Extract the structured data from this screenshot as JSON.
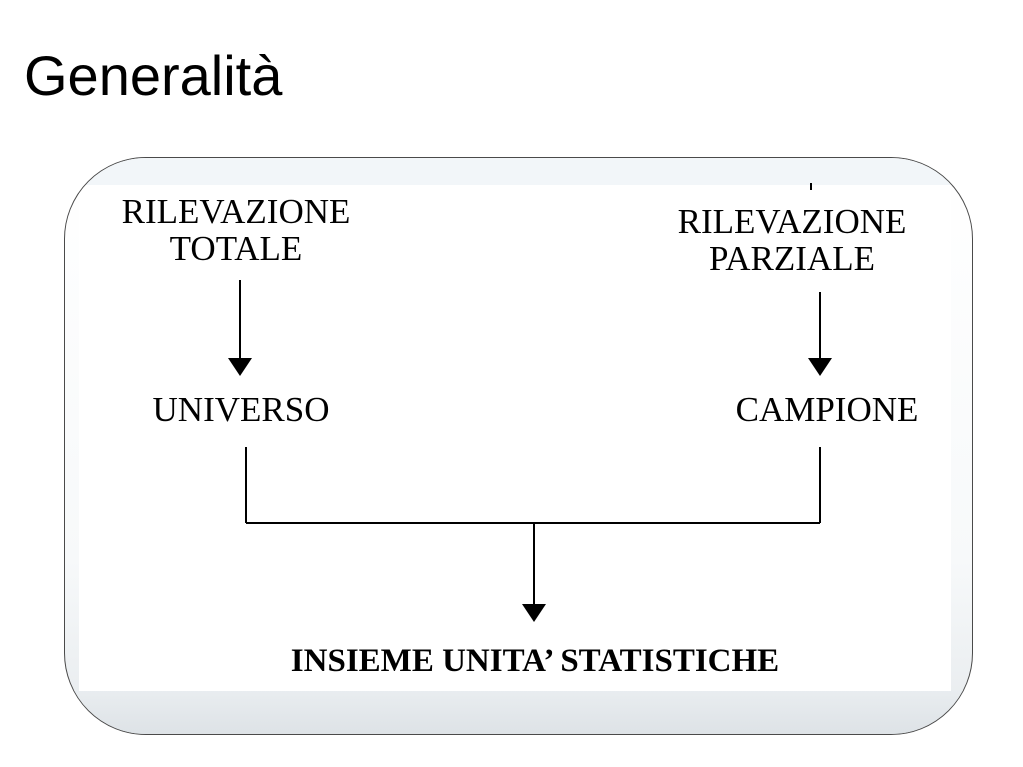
{
  "title": "Generalità",
  "diagram": {
    "nodes": {
      "total_survey": {
        "lines": [
          "RILEVAZIONE",
          "TOTALE"
        ]
      },
      "partial_survey": {
        "lines": [
          "RILEVAZIONE",
          "PARZIALE"
        ]
      },
      "universe": {
        "lines": [
          "UNIVERSO"
        ]
      },
      "sample": {
        "lines": [
          "CAMPIONE"
        ]
      },
      "statistical_units": {
        "lines": [
          "INSIEME UNITA’ STATISTICHE"
        ]
      }
    },
    "edges": [
      {
        "from": "total_survey",
        "to": "universe"
      },
      {
        "from": "partial_survey",
        "to": "sample"
      },
      {
        "from": "universe",
        "to": "statistical_units"
      },
      {
        "from": "sample",
        "to": "statistical_units"
      }
    ],
    "colors": {
      "line": "#000000",
      "frame_border": "#4a4a4a"
    }
  }
}
